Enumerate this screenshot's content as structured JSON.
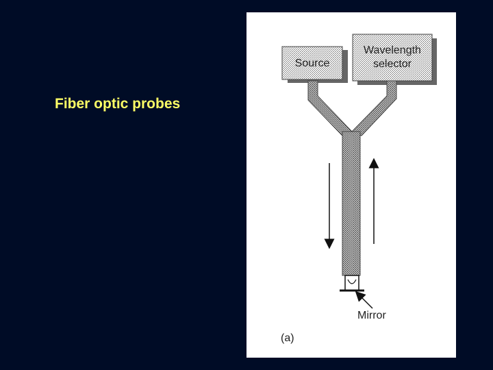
{
  "slide": {
    "title": "Fiber optic probes",
    "title_color": "#ffff66",
    "background_color": "#000c26"
  },
  "diagram": {
    "source_label": "Source",
    "selector_label_line1": "Wavelength",
    "selector_label_line2": "selector",
    "mirror_label": "Mirror",
    "panel_label": "(a)"
  }
}
